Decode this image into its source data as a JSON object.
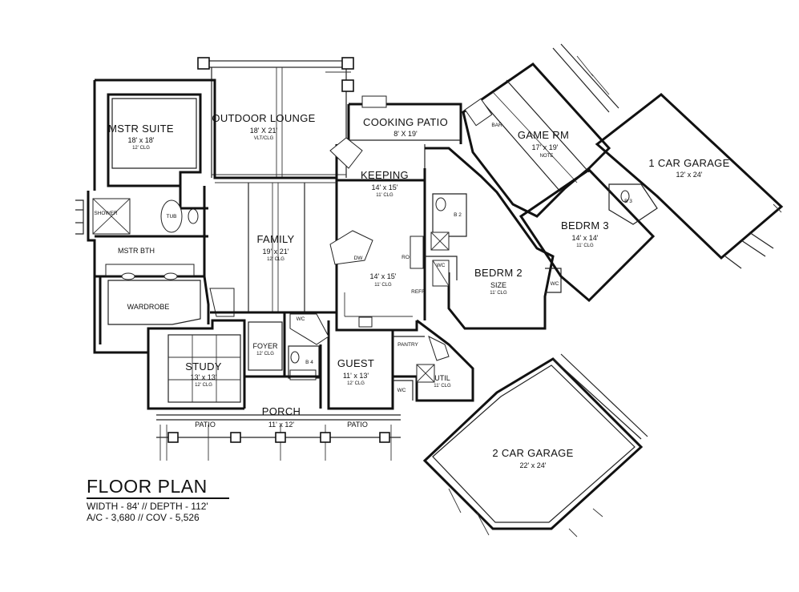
{
  "rooms": {
    "mstr_suite": {
      "name": "MSTR SUITE",
      "dim": "18' x 18'",
      "clg": "12' CLG"
    },
    "outdoor_lounge": {
      "name": "OUTDOOR LOUNGE",
      "dim": "18' X 21'",
      "clg": "VLT/CLG"
    },
    "cooking_patio": {
      "name": "COOKING PATIO",
      "dim": "8' X 19'"
    },
    "game_rm": {
      "name": "GAME RM",
      "dim": "17' x 19'",
      "clg": "NOTE"
    },
    "one_car_garage": {
      "name": "1 CAR GARAGE",
      "dim": "12' x 24'"
    },
    "keeping": {
      "name": "KEEPING",
      "dim": "14' x 15'",
      "clg": "11' CLG"
    },
    "kitchen": {
      "dim": "14' x 15'",
      "clg": "11' CLG"
    },
    "family": {
      "name": "FAMILY",
      "dim": "19' x 21'",
      "clg": "12' CLG"
    },
    "mstr_bth": {
      "name": "MSTR BTH"
    },
    "wardrobe": {
      "name": "WARDROBE"
    },
    "bedrm2": {
      "name": "BEDRM 2",
      "dim": "SIZE",
      "clg": "11' CLG"
    },
    "bedrm3": {
      "name": "BEDRM 3",
      "dim": "14' x 14'",
      "clg": "11' CLG"
    },
    "study": {
      "name": "STUDY",
      "dim": "13' x 13'",
      "clg": "12' CLG"
    },
    "foyer": {
      "name": "FOYER",
      "clg": "12' CLG"
    },
    "guest": {
      "name": "GUEST",
      "dim": "11' x 13'",
      "clg": "12' CLG"
    },
    "porch": {
      "name": "PORCH",
      "dim": "11' x 12'"
    },
    "patio_left": {
      "name": "PATIO"
    },
    "patio_right": {
      "name": "PATIO"
    },
    "util": {
      "name": "UTIL",
      "clg": "11' CLG"
    },
    "two_car_garage": {
      "name": "2 CAR GARAGE",
      "dim": "22' x 24'"
    }
  },
  "labels": {
    "shower": "SHOWER",
    "tub": "TUB",
    "bar": "BAR",
    "b2": "B 2",
    "b3": "B 3",
    "b4": "B 4",
    "wc": "WC",
    "pantry": "PANTRY",
    "refr": "REFR",
    "dw": "DW",
    "ro": "RO"
  },
  "title_block": {
    "title": "FLOOR PLAN",
    "width_depth": "WIDTH - 84' // DEPTH - 112'",
    "ac_cov": "A/C - 3,680 // COV - 5,526"
  }
}
